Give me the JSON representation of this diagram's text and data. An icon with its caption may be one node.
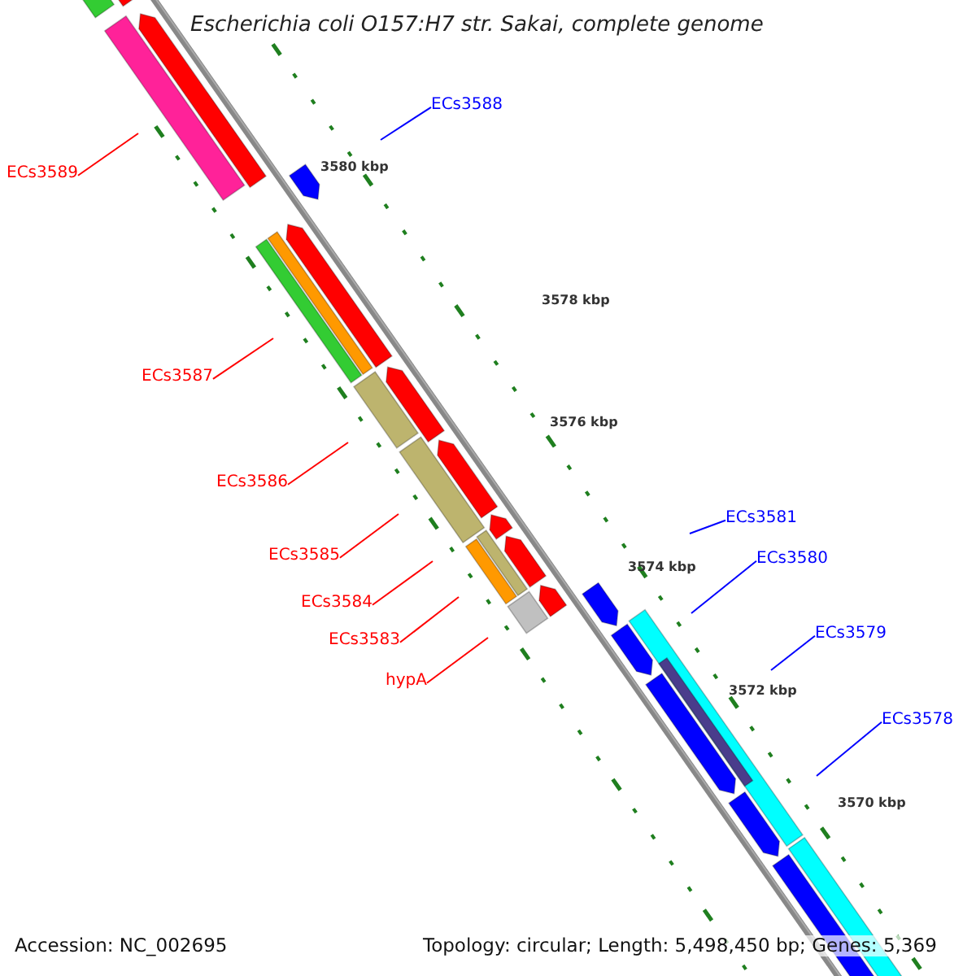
{
  "diagram": {
    "title": "Escherichia coli O157:H7 str. Sakai, complete genome",
    "nodes": [
      {
        "text": [
          "ECs3588"
        ]
      },
      {
        "text": [
          "ECs3589"
        ]
      },
      {
        "text": [
          "ECs3587"
        ]
      },
      {
        "text": [
          "ECs3586"
        ]
      },
      {
        "text": [
          "ECs3585"
        ]
      },
      {
        "text": [
          "ECs3584"
        ]
      },
      {
        "text": [
          "ECs3583"
        ]
      },
      {
        "text": [
          "hypA"
        ]
      },
      {
        "text": [
          "ECs3581"
        ]
      },
      {
        "text": [
          "ECs3580"
        ]
      },
      {
        "text": [
          "ECs3579"
        ]
      },
      {
        "text": [
          "ECs3578"
        ]
      }
    ],
    "edges": [
      {
        "from": 0,
        "to": null,
        "arrow": "none",
        "color": "#0000ff"
      },
      {
        "from": 1,
        "to": null,
        "arrow": "none"
      },
      {
        "from": 2,
        "to": null,
        "arrow": "none"
      },
      {
        "from": 3,
        "to": null,
        "arrow": "none"
      },
      {
        "from": 4,
        "to": null,
        "arrow": "none"
      },
      {
        "from": 5,
        "to": null,
        "arrow": "none"
      },
      {
        "from": 6,
        "to": null,
        "arrow": "none"
      },
      {
        "from": 7,
        "to": null,
        "arrow": "none"
      },
      {
        "from": 8,
        "to": null,
        "arrow": "none",
        "color": "#0000ff"
      },
      {
        "from": 9,
        "to": null,
        "arrow": "none",
        "color": "#0000ff"
      },
      {
        "from": 10,
        "to": null,
        "arrow": "none",
        "color": "#0000ff"
      },
      {
        "from": 11,
        "to": null,
        "arrow": "none",
        "color": "#0000ff"
      }
    ],
    "labels": [
      "3580 kbp",
      "3578 kbp",
      "3576 kbp",
      "3574 kbp",
      "3572 kbp",
      "3570 kbp",
      "Accession: NC_002695",
      "Topology: circular; Length: 5,498,450 bp; Genes: 5,369"
    ]
  }
}
